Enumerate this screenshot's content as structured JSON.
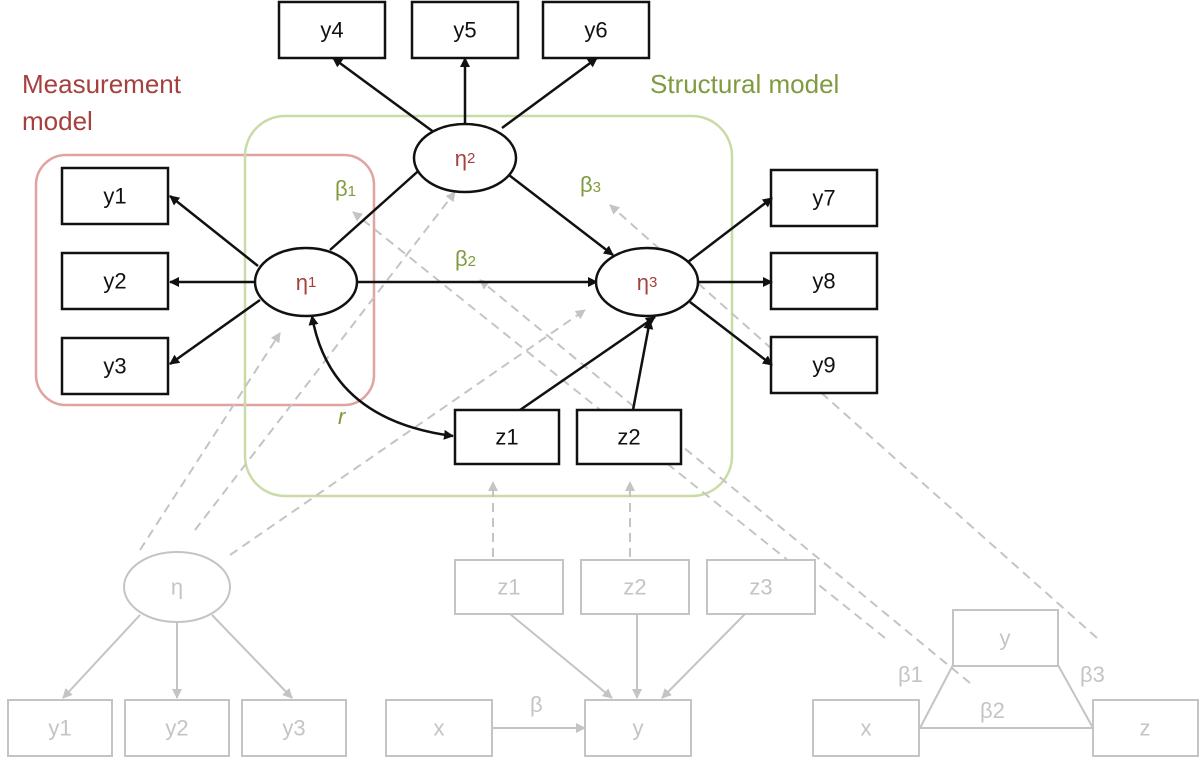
{
  "colors": {
    "main": "#111111",
    "faded": "#c4c4c4",
    "measurement": "#a4403d",
    "structural": "#7f9a3f",
    "measurement_frame": "#e0a3a3",
    "structural_frame": "#c9dca6",
    "dashed": "#c4c4c4"
  },
  "region_labels": {
    "measurement_line1": "Measurement",
    "measurement_line2": "model",
    "structural": "Structural model"
  },
  "main_model": {
    "indicators": {
      "y1": "y1",
      "y2": "y2",
      "y3": "y3",
      "y4": "y4",
      "y5": "y5",
      "y6": "y6",
      "y7": "y7",
      "y8": "y8",
      "y9": "y9"
    },
    "covariates": {
      "z1": "z1",
      "z2": "z2"
    },
    "latents": {
      "eta1": {
        "symbol": "η",
        "subscript": "1"
      },
      "eta2": {
        "symbol": "η",
        "subscript": "2"
      },
      "eta3": {
        "symbol": "η",
        "subscript": "3"
      }
    },
    "paths": {
      "beta1": {
        "symbol": "β",
        "subscript": "1"
      },
      "beta2": {
        "symbol": "β",
        "subscript": "2"
      },
      "beta3": {
        "symbol": "β",
        "subscript": "3"
      },
      "r": "r"
    }
  },
  "components": {
    "measurement": {
      "latent": "η",
      "indicators": [
        "y1",
        "y2",
        "y3"
      ]
    },
    "regression": {
      "covariates": [
        "z1",
        "z2",
        "z3"
      ],
      "predictor": "x",
      "outcome": "y",
      "coefficient": "β"
    },
    "mediation": {
      "x": "x",
      "m": "y",
      "z": "z",
      "beta1": "β1",
      "beta2": "β2",
      "beta3": "β3"
    }
  }
}
